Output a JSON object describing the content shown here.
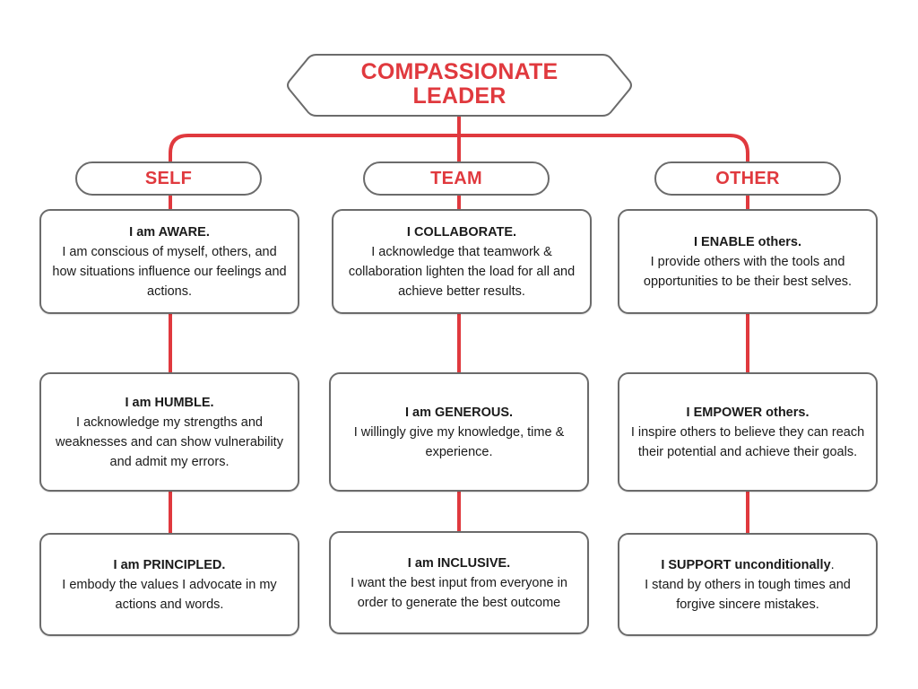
{
  "colors": {
    "accent": "#e0393e",
    "border": "#6b6b6b",
    "text": "#1a1a1a",
    "background": "#ffffff"
  },
  "root": {
    "title_line1": "COMPASSIONATE",
    "title_line2": "LEADER"
  },
  "columns": [
    {
      "category": "SELF",
      "traits": [
        {
          "title": "I am AWARE.",
          "title_suffix": "",
          "description": "I am conscious of myself, others, and how situations influence our feelings and actions."
        },
        {
          "title": "I am HUMBLE.",
          "title_suffix": "",
          "description": "I acknowledge my strengths and weaknesses and can show vulnerability and admit my errors."
        },
        {
          "title": "I am PRINCIPLED.",
          "title_suffix": "",
          "description": "I embody the values I advocate in my actions and words."
        }
      ]
    },
    {
      "category": "TEAM",
      "traits": [
        {
          "title": "I COLLABORATE.",
          "title_suffix": "",
          "description": "I acknowledge that teamwork & collaboration lighten the load for all and achieve better results."
        },
        {
          "title": "I am GENEROUS.",
          "title_suffix": "",
          "description": "I willingly give my knowledge, time & experience."
        },
        {
          "title": "I am INCLUSIVE.",
          "title_suffix": "",
          "description": "I want the best input from everyone in order to generate the best outcome"
        }
      ]
    },
    {
      "category": "OTHER",
      "traits": [
        {
          "title": "I ENABLE others.",
          "title_suffix": "",
          "description": "I provide others with the tools and opportunities to be their best selves."
        },
        {
          "title": "I EMPOWER others.",
          "title_suffix": "",
          "description": "I inspire others to believe they can reach their potential and achieve their goals."
        },
        {
          "title": "I SUPPORT unconditionally",
          "title_suffix": ".",
          "description": "I stand by others in tough times and forgive sincere mistakes."
        }
      ]
    }
  ]
}
